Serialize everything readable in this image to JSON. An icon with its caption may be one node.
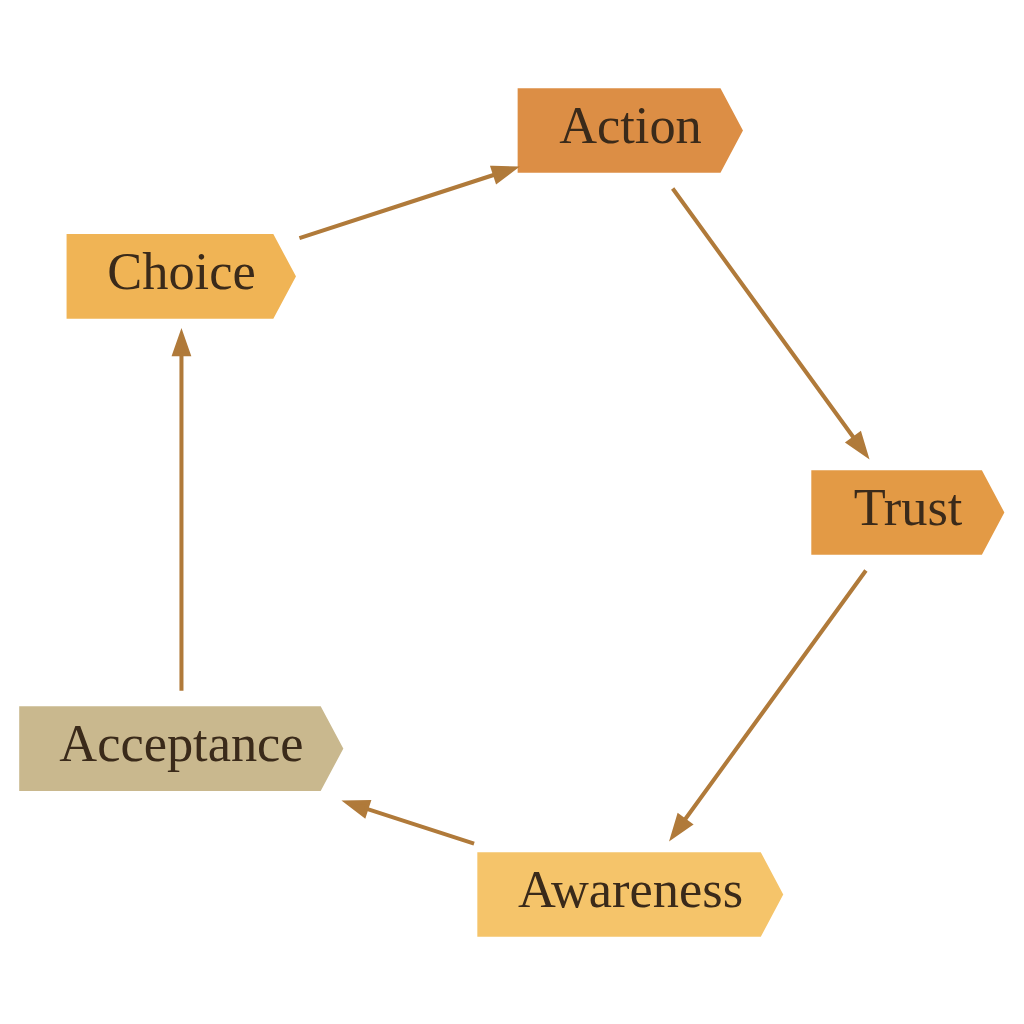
{
  "diagram": {
    "nodes": [
      {
        "text": [
          "Awareness"
        ]
      },
      {
        "text": [
          "Acceptance"
        ]
      },
      {
        "text": [
          "Choice"
        ]
      },
      {
        "text": [
          "Action"
        ]
      },
      {
        "text": [
          "Trust"
        ]
      }
    ],
    "edges": [
      {
        "from": 0,
        "to": 1,
        "arrow": "to"
      },
      {
        "from": 1,
        "to": 2,
        "arrow": "to"
      },
      {
        "from": 2,
        "to": 3,
        "arrow": "to"
      },
      {
        "from": 3,
        "to": 4,
        "arrow": "to"
      },
      {
        "from": 4,
        "to": 0,
        "arrow": "to"
      }
    ]
  }
}
